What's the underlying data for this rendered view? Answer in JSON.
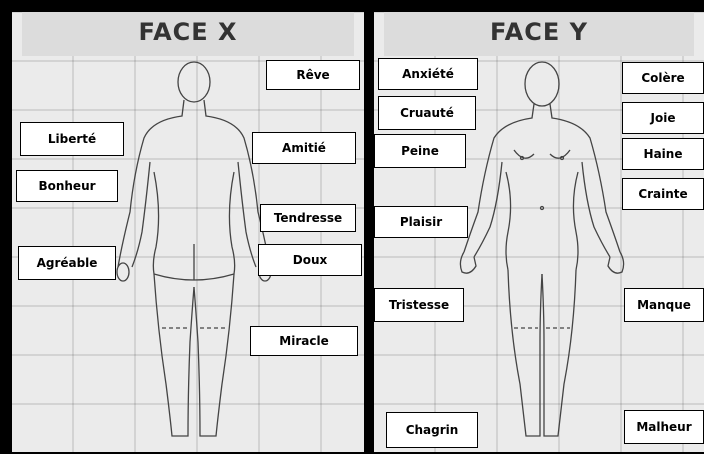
{
  "face_x": {
    "title": "FACE X",
    "labels": [
      "Rêve",
      "Liberté",
      "Amitié",
      "Bonheur",
      "Tendresse",
      "Agréable",
      "Doux",
      "Miracle"
    ]
  },
  "face_y": {
    "title": "FACE Y",
    "labels": [
      "Anxiété",
      "Colère",
      "Cruauté",
      "Joie",
      "Peine",
      "Haine",
      "Crainte",
      "Plaisir",
      "Tristesse",
      "Manque",
      "Chagrin",
      "Malheur"
    ]
  }
}
